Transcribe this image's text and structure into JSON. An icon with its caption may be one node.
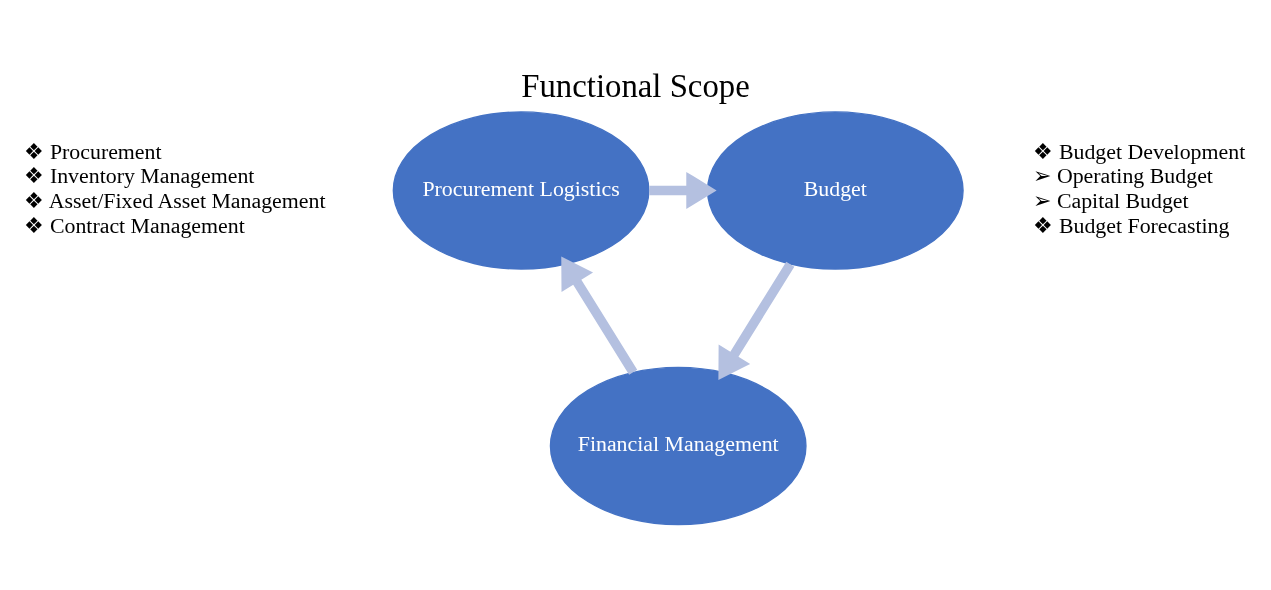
{
  "diagram": {
    "title": "Functional Scope",
    "nodes": [
      {
        "text": [
          "Procurement Logistics"
        ],
        "beside": [
          "❖ Procurement",
          "❖ Inventory Management",
          "❖ Asset/Fixed Asset Management",
          "❖ Contract Management"
        ]
      },
      {
        "text": [
          "Budget"
        ],
        "beside": [
          "❖ Budget Development",
          "➢ Operating Budget",
          "➢ Capital Budget",
          "❖ Budget Forecasting"
        ]
      },
      {
        "text": [
          "Financial Management"
        ]
      }
    ],
    "edges": [
      {
        "from": 0,
        "to": 1,
        "arrow": "to"
      },
      {
        "from": 1,
        "to": 2,
        "arrow": "to"
      },
      {
        "from": 2,
        "to": 0,
        "arrow": "to"
      }
    ]
  }
}
